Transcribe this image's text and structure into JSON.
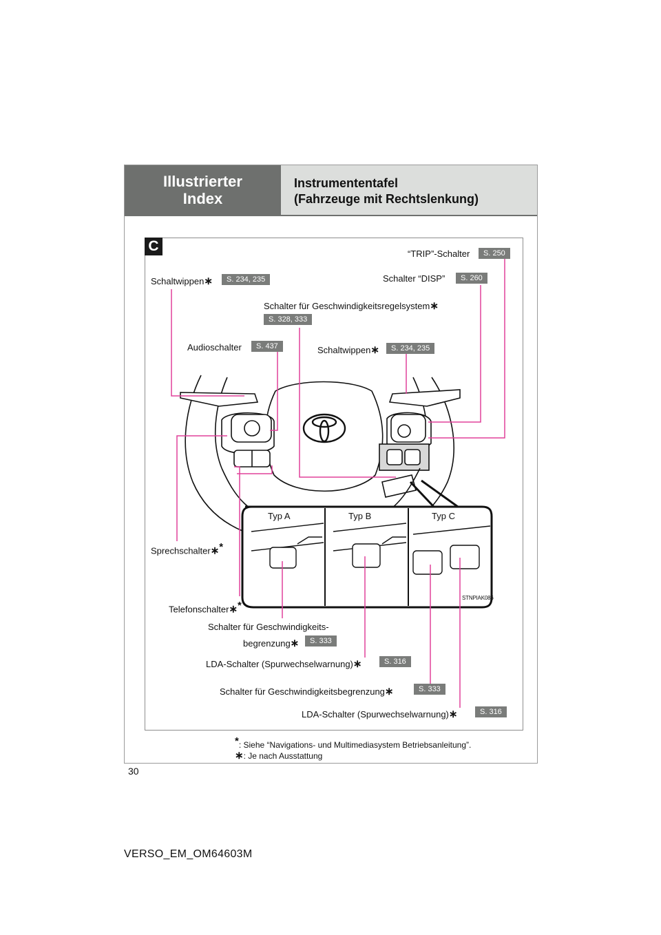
{
  "header": {
    "section": "Illustrierter\nIndex",
    "title": "Instrumententafel\n(Fahrzeuge mit Rechtslenkung)"
  },
  "figure": {
    "tag": "C",
    "image_code": "STNPIAK086",
    "types": [
      "Typ A",
      "Typ B",
      "Typ C"
    ]
  },
  "callouts": {
    "trip_label": "“TRIP”-Schalter",
    "trip_page": "S. 250",
    "disp_label": "Schalter “DISP”",
    "disp_page": "S. 260",
    "paddle_left_label": "Schaltwippen",
    "paddle_left_page": "S. 234, 235",
    "cruise_label": "Schalter für Geschwindigkeitsregelsystem",
    "cruise_page": "S. 328, 333",
    "audio_label": "Audioschalter",
    "audio_page": "S. 437",
    "paddle_right_label": "Schaltwippen",
    "paddle_right_page": "S. 234, 235",
    "talk_label": "Sprechschalter",
    "phone_label": "Telefonschalter",
    "limiter_a_label_1": "Schalter für Geschwindigkeits-",
    "limiter_a_label_2": "begrenzung",
    "limiter_a_page": "S. 333",
    "lda_b_label": "LDA-Schalter (Spurwechselwarnung)",
    "lda_b_page": "S. 316",
    "limiter_c_label": "Schalter für Geschwindigkeitsbegrenzung",
    "limiter_c_page": "S. 333",
    "lda_c_label": "LDA-Schalter (Spurwechselwarnung)",
    "lda_c_page": "S. 316"
  },
  "notes": {
    "note1": ": Siehe “Navigations- und Multimediasystem Betriebsanleitung”.",
    "note2": ": Je nach Ausstattung"
  },
  "page_number": "30",
  "footer": "VERSO_EM_OM64603M",
  "colors": {
    "header_dark": "#6e706e",
    "header_light": "#dcdedc",
    "leader": "#e0409a",
    "badge": "#7a7c7a"
  }
}
